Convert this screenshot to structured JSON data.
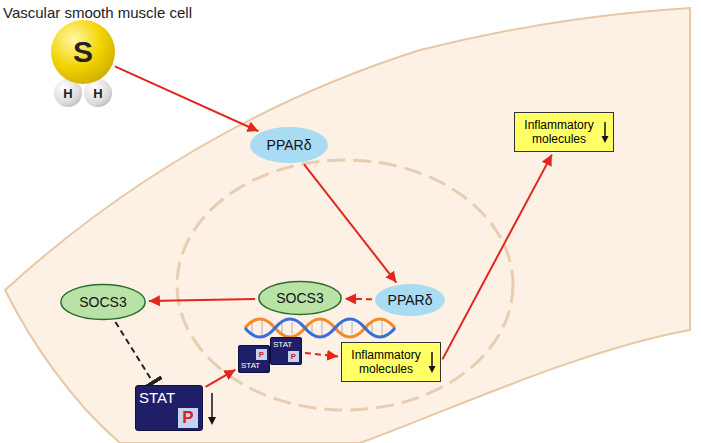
{
  "diagram": {
    "nodes": [
      {
        "text": [
          "S"
        ]
      },
      {
        "text": [
          "H"
        ]
      },
      {
        "text": [
          "H"
        ]
      },
      {
        "text": [
          "PPARδ"
        ]
      },
      {
        "text": [
          "SOCS3"
        ]
      },
      {
        "text": [
          "PPARδ"
        ]
      },
      {
        "text": [
          "SOCS3"
        ]
      },
      {
        "text": [
          "STAT",
          "P"
        ]
      },
      {
        "text": [
          "P",
          "STAT"
        ]
      },
      {
        "text": [
          "STAT",
          "P"
        ]
      },
      {
        "text": [
          "Inflammatory molecules"
        ]
      },
      {
        "text": [
          "Inflammatory molecules"
        ]
      }
    ],
    "edges": [
      {
        "from": 0,
        "to": 3,
        "arrow": "to"
      },
      {
        "from": 3,
        "to": 5,
        "arrow": "to"
      },
      {
        "from": 5,
        "to": 4,
        "arrow": "to"
      },
      {
        "from": 4,
        "to": 6,
        "arrow": "to"
      },
      {
        "from": 6,
        "to": 7,
        "arrow": "to"
      },
      {
        "from": 7,
        "to": 8,
        "arrow": "to"
      },
      {
        "from": 9,
        "to": 10,
        "arrow": "to"
      },
      {
        "from": 10,
        "to": 11,
        "arrow": "to"
      }
    ],
    "labels": [
      "Vascular smooth muscle cell"
    ]
  }
}
